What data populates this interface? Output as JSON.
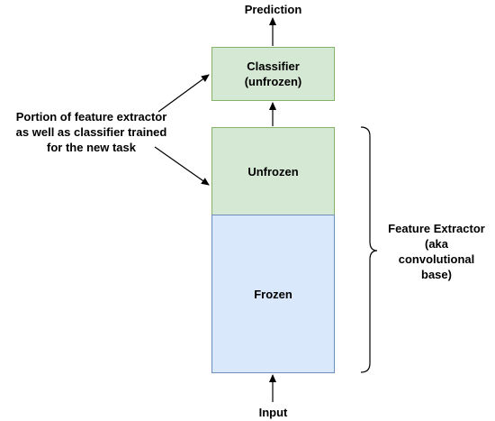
{
  "diagram": {
    "colors": {
      "green_fill": "#d5e8d4",
      "green_border": "#82b366",
      "blue_fill": "#dae8fc",
      "blue_border": "#6c8ebf",
      "line": "#000000"
    },
    "top_label": "Prediction",
    "bottom_label": "Input",
    "classifier_box": {
      "line1": "Classifier",
      "line2": "(unfrozen)"
    },
    "unfrozen_block": {
      "label": "Unfrozen"
    },
    "frozen_block": {
      "label": "Frozen"
    },
    "side_note": {
      "line1": "Portion of feature extractor",
      "line2": "as well as classifier trained",
      "line3": "for the new task"
    },
    "brace_label": {
      "line1": "Feature Extractor",
      "line2": "(aka",
      "line3": "convolutional",
      "line4": "base)"
    }
  }
}
